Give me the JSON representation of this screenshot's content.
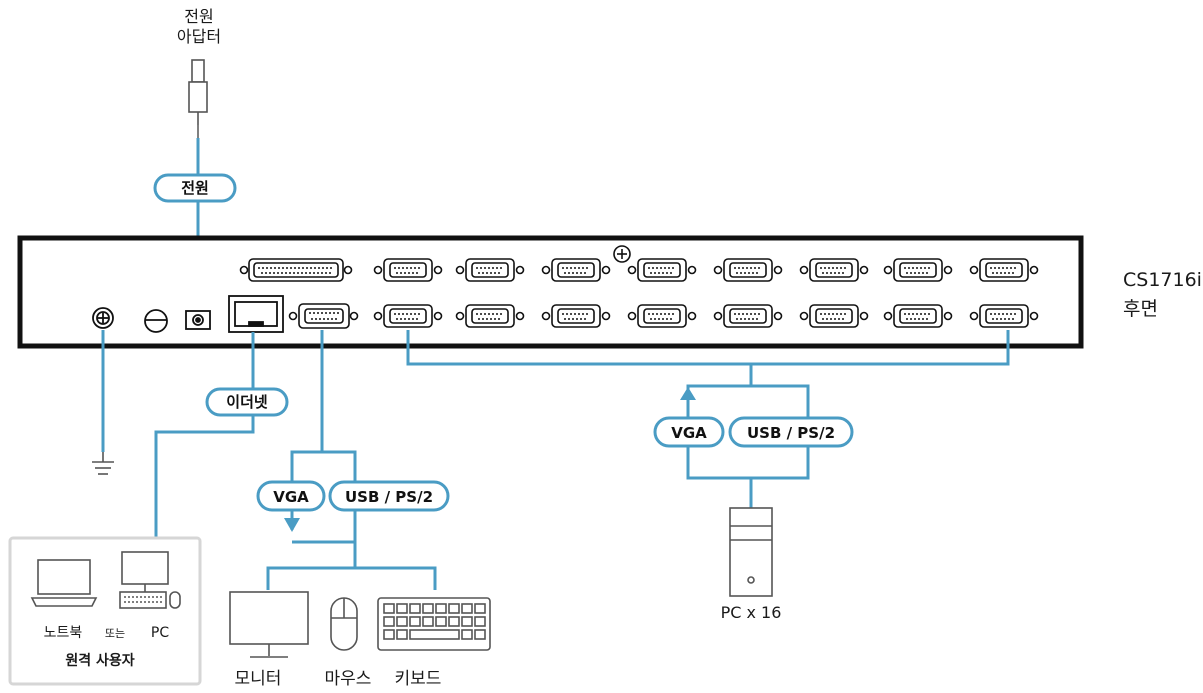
{
  "power_adapter": {
    "line1": "전원",
    "line2": "아답터"
  },
  "tags": {
    "power": "전원",
    "ethernet": "이더넷",
    "console_vga": "VGA",
    "console_usb": "USB / PS/2",
    "pc_vga": "VGA",
    "pc_usb": "USB / PS/2"
  },
  "device": {
    "model": "CS1716i",
    "view": "후면"
  },
  "remote_user": {
    "laptop": "노트북",
    "or": "또는",
    "pc": "PC",
    "title": "원격 사용자"
  },
  "console": {
    "monitor": "모니터",
    "mouse": "마우스",
    "keyboard": "키보드"
  },
  "pc_group": {
    "label": "PC x 16"
  },
  "colors": {
    "cable": "#4a9cc4",
    "outline": "#1a1a1a",
    "box_border": "#d6d6d6"
  }
}
